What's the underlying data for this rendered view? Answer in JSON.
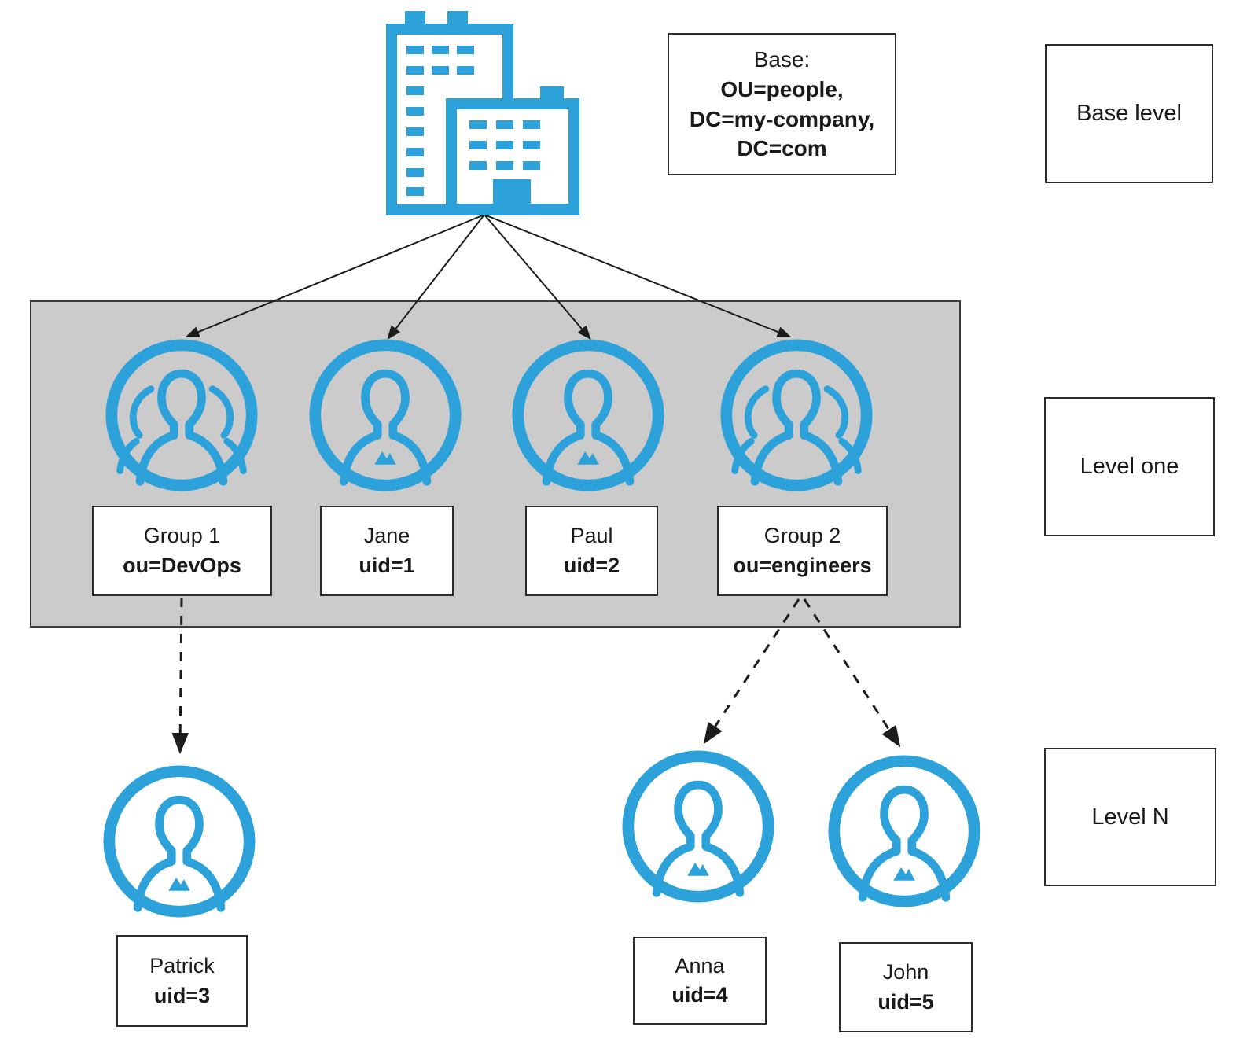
{
  "colors": {
    "icon_blue": "#2CA1DA",
    "band_gray": "#CBCBCB",
    "band_border": "#3A3A3A",
    "box_border": "#2B2B2B",
    "arrow_black": "#1C1C1C",
    "text_black": "#1A1A1A"
  },
  "base": {
    "title_line": "Base:",
    "dn_lines": [
      "OU=people,",
      "DC=my-company,",
      "DC=com"
    ]
  },
  "level_labels": {
    "base": "Base level",
    "one": "Level one",
    "n": "Level N"
  },
  "nodes": {
    "group1": {
      "type": "group",
      "name": "Group 1",
      "attr": "ou=DevOps"
    },
    "jane": {
      "type": "person",
      "name": "Jane",
      "attr": "uid=1"
    },
    "paul": {
      "type": "person",
      "name": "Paul",
      "attr": "uid=2"
    },
    "group2": {
      "type": "group",
      "name": "Group 2",
      "attr": "ou=engineers"
    },
    "patrick": {
      "type": "person",
      "name": "Patrick",
      "attr": "uid=3"
    },
    "anna": {
      "type": "person",
      "name": "Anna",
      "attr": "uid=4"
    },
    "john": {
      "type": "person",
      "name": "John",
      "attr": "uid=5"
    }
  }
}
